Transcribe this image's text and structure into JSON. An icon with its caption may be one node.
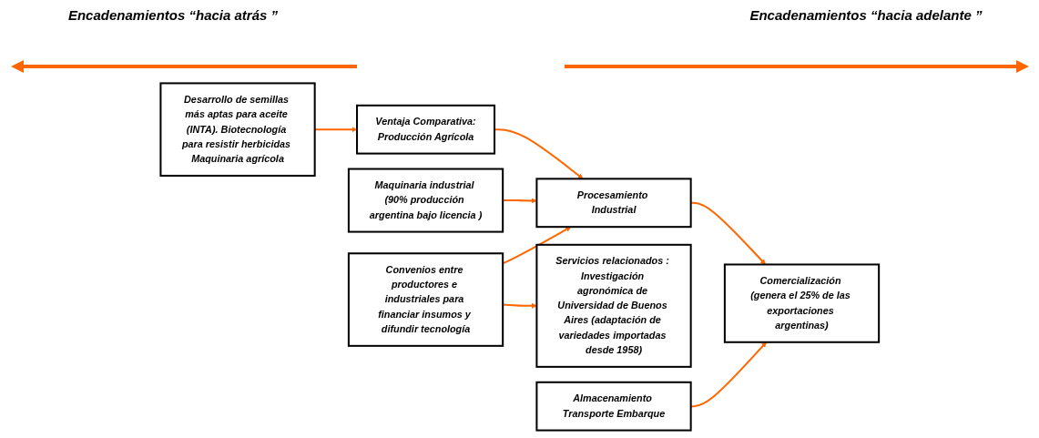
{
  "diagram": {
    "nodes": [
      {
        "text": [
          "Desarrollo de semillas más aptas para aceite (INTA). Biotecnología para resistir herbicidas Maquinaria agrícola"
        ]
      },
      {
        "text": [
          "Ventaja Comparativa:",
          "Producción Agrícola"
        ]
      },
      {
        "text": [
          "Procesamiento Industrial"
        ]
      },
      {
        "text": [
          "Comercialización (genera el 25% de las exportaciones argentinas)"
        ]
      },
      {
        "text": [
          "Maquinaria industrial (90% producción argentina bajo licencia )"
        ]
      },
      {
        "text": [
          "Convenios entre productores e industriales para financiar insumos y difundir tecnología"
        ]
      },
      {
        "text": [
          "Servicios relacionados : Investigación agronómica de Universidad de Buenos Aires (adaptación de variedades importadas desde 1958)"
        ]
      },
      {
        "text": [
          "Almacenamiento Transporte Embarque"
        ]
      }
    ],
    "edges": [
      {
        "from": 0,
        "to": 1,
        "arrow": "to"
      },
      {
        "from": 1,
        "to": 2,
        "arrow": "to"
      },
      {
        "from": 2,
        "to": 3,
        "arrow": "to"
      },
      {
        "from": 4,
        "to": 2,
        "arrow": "to"
      },
      {
        "from": 5,
        "to": 2,
        "arrow": "to"
      },
      {
        "from": 5,
        "to": 6,
        "arrow": "to"
      },
      {
        "from": 7,
        "to": 3,
        "arrow": "to"
      }
    ],
    "labels": [
      "Encadenamientos “hacia atrás ”",
      "Encadenamientos “hacia adelante ”"
    ]
  }
}
